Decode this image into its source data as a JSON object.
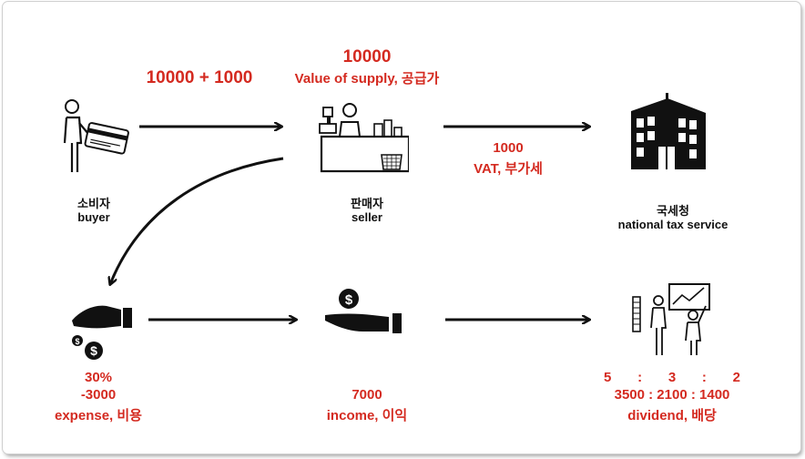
{
  "nodes": {
    "buyer": {
      "ko": "소비자",
      "en": "buyer"
    },
    "seller": {
      "ko": "판매자",
      "en": "seller"
    },
    "nts": {
      "ko": "국세청",
      "en": "national tax service"
    }
  },
  "flows": {
    "buyer_to_seller": "10000 + 1000",
    "supply_amount": "10000",
    "supply_label": "Value of supply, 공급가",
    "vat_amount": "1000",
    "vat_label": "VAT, 부가세"
  },
  "expense": {
    "pct": "30%",
    "amount": "-3000",
    "label": "expense, 비용"
  },
  "income": {
    "amount": "7000",
    "label": "income, 이익"
  },
  "dividend": {
    "ratio": [
      "5",
      ":",
      "3",
      ":",
      "2"
    ],
    "amounts": "3500 : 2100 : 1400",
    "label": "dividend, 배당"
  },
  "colors": {
    "accent": "#d42a20",
    "ink": "#111111"
  },
  "icons": [
    "card-payment-icon",
    "cashier-icon",
    "tax-building-icon",
    "hand-money-icon",
    "receive-money-icon",
    "presentation-icon"
  ]
}
